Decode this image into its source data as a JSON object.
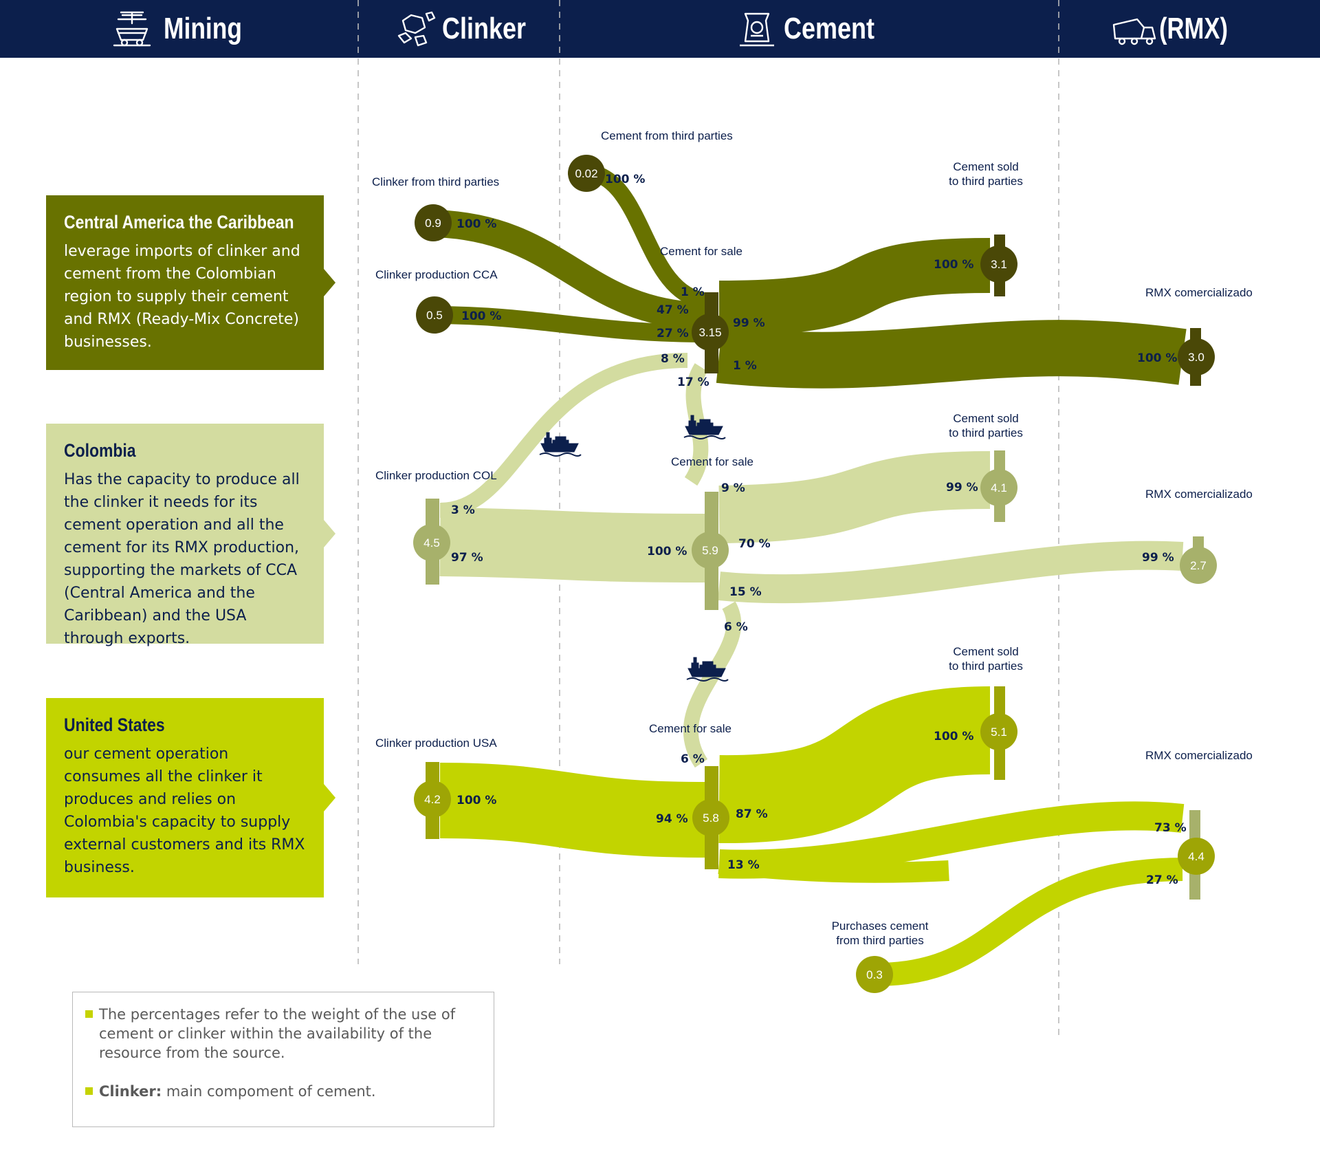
{
  "header": {
    "bg": "#0c1f4c",
    "stages": [
      {
        "label": "Mining",
        "icon": "mining-cart-icon"
      },
      {
        "label": "Clinker",
        "icon": "clinker-rocks-icon"
      },
      {
        "label": "Cement",
        "icon": "cement-bag-icon"
      },
      {
        "label": "(RMX)",
        "icon": "mixer-truck-icon"
      }
    ]
  },
  "colors": {
    "cca": "#687200",
    "cca_dark": "#4a4807",
    "col": "#d3dca0",
    "col_dark": "#a7b16b",
    "usa": "#c2d400",
    "usa_dark": "#9ea505",
    "text": "#0c1f4c",
    "ship": "#0c1f4c"
  },
  "regions": [
    {
      "title": "Central America the Caribbean",
      "text": "leverage imports of clinker and cement from the Colombian region to supply their cement and RMX (Ready-Mix Concrete) businesses."
    },
    {
      "title": "Colombia",
      "text": "Has the capacity to produce all the clinker it needs for its cement operation and all the cement for its RMX production, supporting the markets of CCA (Central America and the Caribbean) and the USA through exports."
    },
    {
      "title": "United States",
      "text": "our cement operation consumes all the clinker it produces and relies on Colombia's capacity to supply external customers and its RMX business."
    }
  ],
  "labels": {
    "cca_cement_third": "Cement from third parties",
    "cca_clinker_third": "Clinker from third parties",
    "cca_clinker_prod": "Clinker production CCA",
    "cca_cement_sale": "Cement for sale",
    "cca_sold_1": "Cement sold",
    "cca_sold_2": "to third parties",
    "cca_rmx": "RMX comercializado",
    "col_clinker_prod": "Clinker production COL",
    "col_cement_sale": "Cement for sale",
    "col_sold_1": "Cement sold",
    "col_sold_2": "to third parties",
    "col_rmx": "RMX comercializado",
    "usa_clinker_prod": "Clinker production USA",
    "usa_cement_sale": "Cement for sale",
    "usa_sold_1": "Cement sold",
    "usa_sold_2": "to third parties",
    "usa_rmx": "RMX comercializado",
    "usa_purchase_1": "Purchases cement",
    "usa_purchase_2": "from third parties"
  },
  "nodes": {
    "cca_cement_third": "0.02",
    "cca_clinker_third": "0.9",
    "cca_clinker_prod": "0.5",
    "cca_cement_sale": "3.15",
    "cca_sold": "3.1",
    "cca_rmx": "3.0",
    "col_clinker_prod": "4.5",
    "col_cement_sale": "5.9",
    "col_sold": "4.1",
    "col_rmx": "2.7",
    "usa_clinker_prod": "4.2",
    "usa_cement_sale": "5.8",
    "usa_sold": "5.1",
    "usa_rmx": "4.4",
    "usa_purchase": "0.3"
  },
  "percents": {
    "cca_cement_third_out": "100 %",
    "cca_clinker_third_out": "100 %",
    "cca_clinker_prod_out": "100 %",
    "cca_in_third_cement": "1 %",
    "cca_in_third_clinker": "47 %",
    "cca_in_prod": "27 %",
    "cca_in_col": "8 %",
    "cca_in_usa_export": "17 %",
    "cca_out_sold": "99 %",
    "cca_out_rmx": "1 %",
    "cca_sold_in": "100 %",
    "cca_rmx_in": "100 %",
    "col_clinker_out_export": "3 %",
    "col_clinker_out_cement": "97 %",
    "col_cement_in": "100 %",
    "col_out_cca": "9 %",
    "col_out_sold": "70 %",
    "col_out_rmx": "15 %",
    "col_out_usa": "6 %",
    "col_sold_in": "99 %",
    "col_rmx_in": "99 %",
    "usa_clinker_out": "100 %",
    "usa_in_col": "6 %",
    "usa_in_clinker": "94 %",
    "usa_out_sold": "87 %",
    "usa_out_rmx": "13 %",
    "usa_sold_in": "100 %",
    "usa_rmx_in_cement": "73 %",
    "usa_rmx_in_purchase": "27 %"
  },
  "footnote": {
    "note1": "The percentages refer to the weight of the use of cement or clinker within the availability of the resource from the source.",
    "note2_bold": "Clinker:",
    "note2_rest": " main compoment of cement."
  }
}
